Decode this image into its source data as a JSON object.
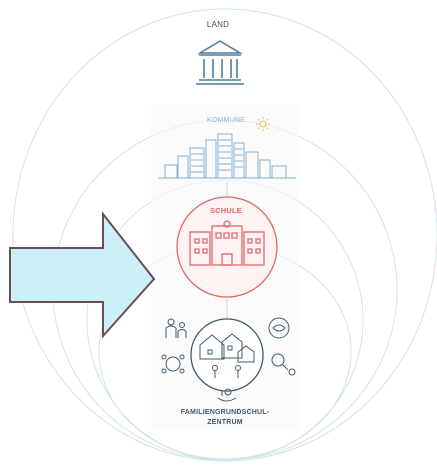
{
  "diagram": {
    "levels": {
      "land": "LAND",
      "kommune": "KOMMUNE",
      "schule": "SCHULE",
      "fgz_line1": "FAMILIENGRUNDSCHUL-",
      "fgz_line2": "ZENTRUM"
    },
    "colors": {
      "ring": "#cfe3e8",
      "land_icon": "#4f7f9e",
      "kommune": "#8ab3cf",
      "schule": "#e0686b",
      "fgz": "#3f5a6b",
      "arrow_fill": "#ccf0f8",
      "arrow_stroke": "#6b4d55"
    },
    "icons": [
      "government-building-icon",
      "sun-icon",
      "city-skyline-icon",
      "school-building-icon",
      "family-icon",
      "community-houses-icon",
      "handshake-heart-icon",
      "search-person-icon",
      "network-icon",
      "hand-icon",
      "arrow-icon"
    ]
  }
}
